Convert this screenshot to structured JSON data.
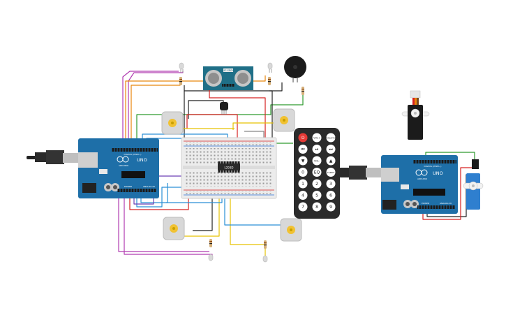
{
  "circuit": {
    "arduino_left": {
      "brand": "ARDUINO",
      "model": "UNO",
      "digital_label": "DIGITAL (PWM~)",
      "power_label": "POWER",
      "analog_label": "ANALOG IN"
    },
    "arduino_right": {
      "brand": "ARDUINO",
      "model": "UNO",
      "digital_label": "DIGITAL (PWM~)",
      "power_label": "POWER",
      "analog_label": "ANALOG IN"
    },
    "ultrasonic_sensor": {
      "label": "HC-SR04"
    },
    "motor_driver_chip": {
      "label": "L293D"
    },
    "remote": {
      "keys": [
        "⏻",
        "VOL+",
        "FUNC/STOP",
        "⏮",
        "⏯",
        "⏭",
        "▼",
        "VOL-",
        "▲",
        "0",
        "EQ",
        "ST/REPT",
        "1",
        "2",
        "3",
        "4",
        "5",
        "6",
        "7",
        "8",
        "9"
      ]
    }
  },
  "colors": {
    "arduino": "#1e6fa8",
    "breadboard": "#ececec",
    "remote_body": "#2b2b2b",
    "power_key": "#e53935",
    "motor_body": "#d8d8d8",
    "motor_shaft": "#f1c232",
    "buzzer": "#1b1b1b",
    "wire_red": "#d62020",
    "wire_black": "#222222",
    "wire_magenta": "#b03bb0",
    "wire_orange": "#e8860c",
    "wire_yellow": "#e6c200",
    "wire_green": "#2e9a2e",
    "wire_blue": "#2a8fd6",
    "wire_purple": "#6a3fb5",
    "wire_gray": "#888888"
  }
}
